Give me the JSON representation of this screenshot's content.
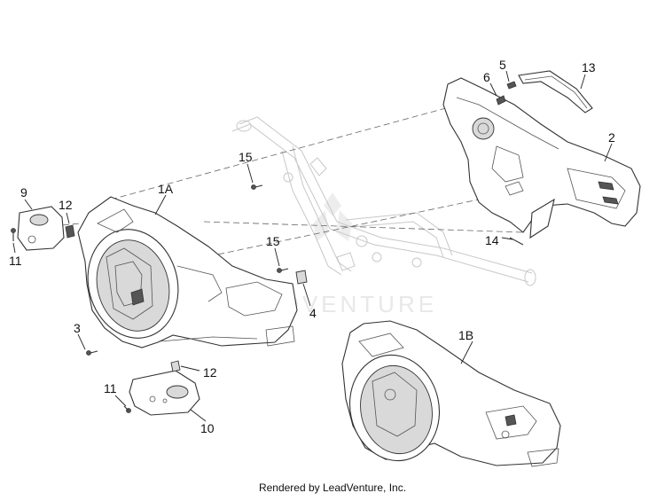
{
  "footer_text": "Rendered by LeadVenture, Inc.",
  "watermark_text": "LEADVENTURE",
  "part_labels": {
    "l_1a": "1A",
    "l_1b": "1B",
    "l_2": "2",
    "l_3": "3",
    "l_4": "4",
    "l_5": "5",
    "l_6": "6",
    "l_9": "9",
    "l_10": "10",
    "l_11_upper": "11",
    "l_11_lower": "11",
    "l_12_upper": "12",
    "l_12_lower": "12",
    "l_13": "13",
    "l_14": "14",
    "l_15_upper": "15",
    "l_15_mid": "15"
  }
}
